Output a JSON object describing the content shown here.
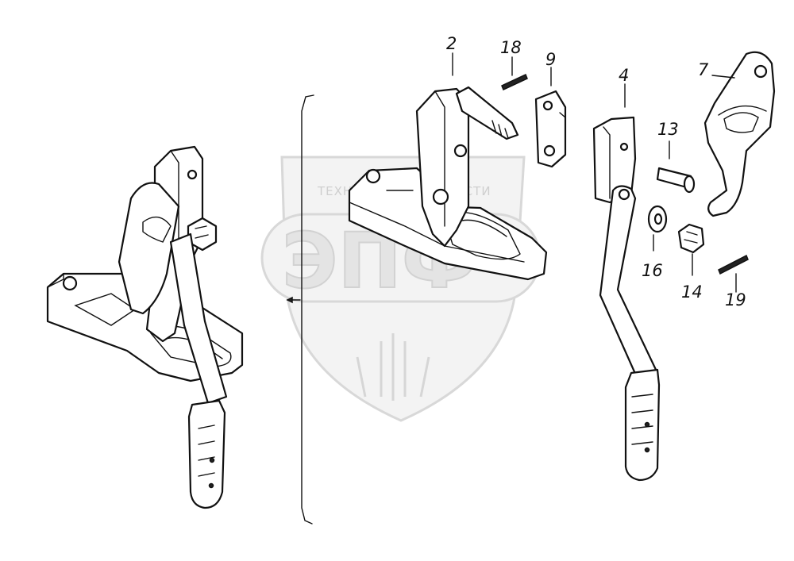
{
  "watermark": {
    "line1": "ТЕХНИКА",
    "line2": "ЗАПЧАСТИ",
    "logo": "ЭПФ"
  },
  "callouts": {
    "c2": "2",
    "c18": "18",
    "c9": "9",
    "c4": "4",
    "c7": "7",
    "c13": "13",
    "c16": "16",
    "c14": "14",
    "c19": "19"
  }
}
